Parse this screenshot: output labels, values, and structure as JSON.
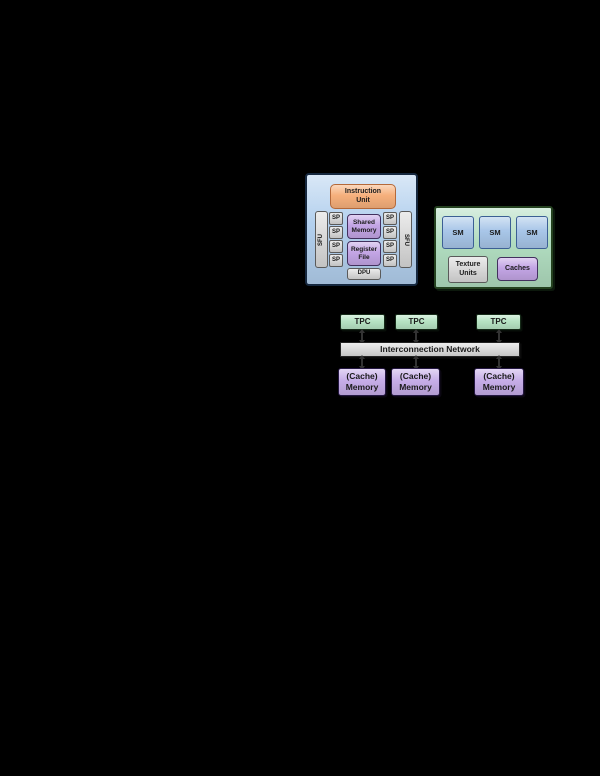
{
  "colors": {
    "background": "#000000",
    "container_blue": "#b3d0ee",
    "unit_blue": "#a8c6e8",
    "orange": "#f6b07c",
    "purple": "#c3a5e5",
    "gray": "#d9d9d9",
    "container_green": "#b0dcbf",
    "green": "#b6e3c3",
    "network_gray": "#dcdcdc",
    "memory_purple": "#c6ade8",
    "text": "#1a1a1a",
    "connector": "#333333"
  },
  "sm_block": {
    "instruction_unit": "Instruction\nUnit",
    "sfu_left": "SFU",
    "sfu_right": "SFU",
    "sp": [
      "SP",
      "SP",
      "SP",
      "SP",
      "SP",
      "SP",
      "SP",
      "SP"
    ],
    "shared_memory": "Shared\nMemory",
    "register_file": "Register\nFile",
    "dpu": "DPU"
  },
  "tpc_block": {
    "sm": [
      "SM",
      "SM",
      "SM"
    ],
    "texture_units": "Texture\nUnits",
    "caches": "Caches"
  },
  "system_block": {
    "tpc": [
      "TPC",
      "TPC",
      "TPC"
    ],
    "network": "Interconnection Network",
    "memory": [
      "(Cache)\nMemory",
      "(Cache)\nMemory",
      "(Cache)\nMemory"
    ]
  }
}
